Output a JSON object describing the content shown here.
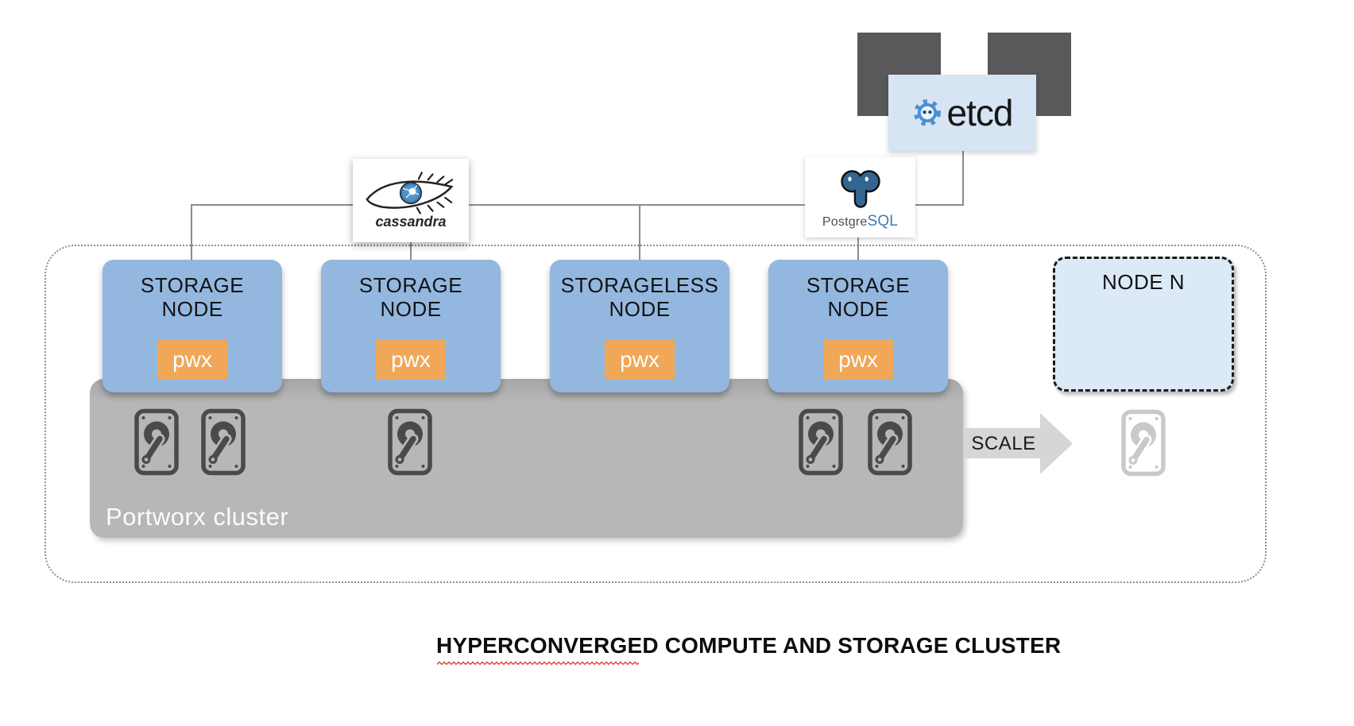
{
  "title": "HYPERCONVERGED COMPUTE AND STORAGE CLUSTER",
  "portworx_cluster": {
    "label": "Portworx cluster"
  },
  "scale_arrow": {
    "label": "SCALE"
  },
  "node_n": {
    "label": "NODE N"
  },
  "nodes": [
    {
      "line1": "STORAGE",
      "line2": "NODE",
      "badge": "pwx",
      "disk_count": 2
    },
    {
      "line1": "STORAGE",
      "line2": "NODE",
      "badge": "pwx",
      "disk_count": 1
    },
    {
      "line1": "STORAGELESS",
      "line2": "NODE",
      "badge": "pwx",
      "disk_count": 0
    },
    {
      "line1": "STORAGE",
      "line2": "NODE",
      "badge": "pwx",
      "disk_count": 2
    }
  ],
  "services": {
    "etcd": {
      "label": "etcd"
    },
    "cassandra": {
      "label": "cassandra"
    },
    "postgresql": {
      "label_prefix": "Postgre",
      "label_suffix": "SQL"
    }
  },
  "colors": {
    "node_blue": "#93b7df",
    "badge_orange": "#f0a757",
    "cluster_gray": "#b7b7b9",
    "disk_dark": "#4a4a4c",
    "disk_faded": "#c9c9c9",
    "node_n_blue": "#dce9f6",
    "etcd_panel_blue": "#d7e4f3",
    "etcd_logo_blue": "#4a8fd2",
    "postgres_blue": "#336791",
    "dark_square": "#59595b",
    "connector_gray": "#8c8c8c",
    "squiggle_red": "#e0392e"
  }
}
